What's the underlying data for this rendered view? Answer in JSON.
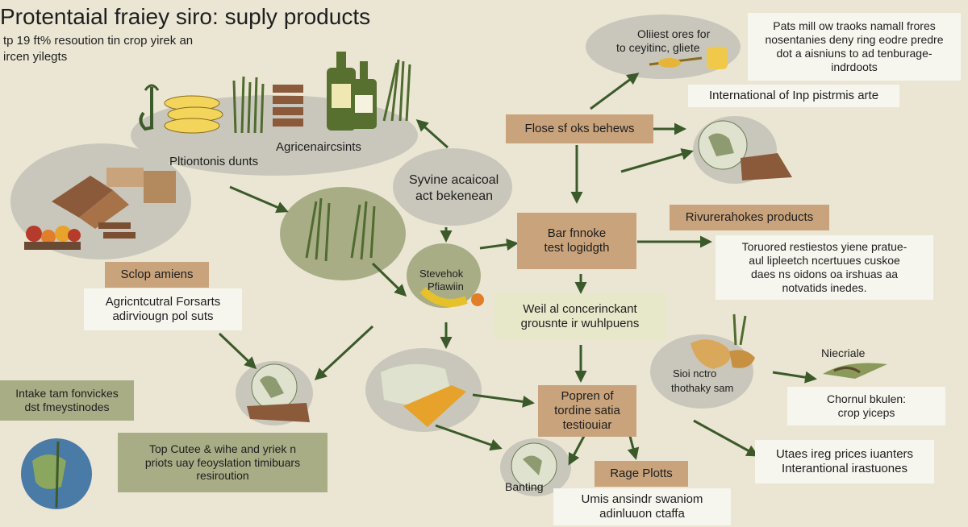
{
  "title": "Protentaial fraiey siro: suply products",
  "subtitle": [
    "tp 19 ft% resoution tin crop yirek an",
    "ircen yilegts"
  ],
  "colors": {
    "background": "#ebe6d4",
    "tan": "#c9a37b",
    "olive": "#a8ad86",
    "pale_olive": "#e7e8c9",
    "grey_ellipse": "#c9c7bb",
    "arrow": "#3b5a2a"
  },
  "nodes": {
    "top_right_note": [
      "Pats mill ow traoks namall frores",
      "nosentanies deny ring eodre predre",
      "dot a aisniuns to ad tenburage-",
      "indrdoots"
    ],
    "oil_bubble": [
      "Oliiest ores for",
      "to ceyitinc, gliete"
    ],
    "international_label": "International of Inp pistrmis arte",
    "flow_box": "Flose sf oks behews",
    "agri_bubble_label": "Agricenaircsints",
    "plantations_label": "Pltiontonis dunts",
    "center_bubble": [
      "Syvine acaicoal",
      "act bekenean"
    ],
    "bar_box": [
      "Bar fnnoke",
      "test logidgth"
    ],
    "stevehok": [
      "Stevehok",
      "Pfiawiin"
    ],
    "river_box": "Rivurerahokes products",
    "right_note": [
      "Toruored restiestos yiene pratue-",
      "aul lipleetch ncertuues cuskoe",
      "daes ns oidons oa irshuas aa",
      "notvatids inedes."
    ],
    "sclop_box": "Sclop amiens",
    "agri_forsarts": [
      "Agricntcutral Forsarts",
      "adirviougn pol suts"
    ],
    "well_box": [
      "Weil al concerinckant",
      "grousnte ir wuhlpuens"
    ],
    "sini_bubble": [
      "Sioi nctro",
      "thothaky sam"
    ],
    "niecriale_label": "Niecriale",
    "chornul": [
      "Chornul bkulen:",
      "crop yiceps"
    ],
    "intake_box": [
      "Intake tam fonvickes",
      "dst fmeystinodes"
    ],
    "topcuee_box": [
      "Top Cutee & wihe and yriek n",
      "priots uay feoyslation timibuars",
      "resiroution"
    ],
    "popren_box": [
      "Popren of",
      "tordine satia",
      "testiouiar"
    ],
    "utaes_note": [
      "Utaes ireg prices iuanters",
      "Interantional irastuones"
    ],
    "rage_box": "Rage Plotts",
    "banting_label": "Banting",
    "umis_note": [
      "Umis ansindr swaniom",
      "adinluuon ctaffa"
    ]
  },
  "icons": [
    "tools-icon",
    "corn-icon",
    "grass-icon",
    "wood-icon",
    "bottle-icon",
    "reeds-icon",
    "crates-icon",
    "vegetables-icon",
    "globe-icon",
    "oil-jar-icon",
    "rosemary-icon",
    "ginger-icon",
    "pepper-icon",
    "map-icon"
  ]
}
